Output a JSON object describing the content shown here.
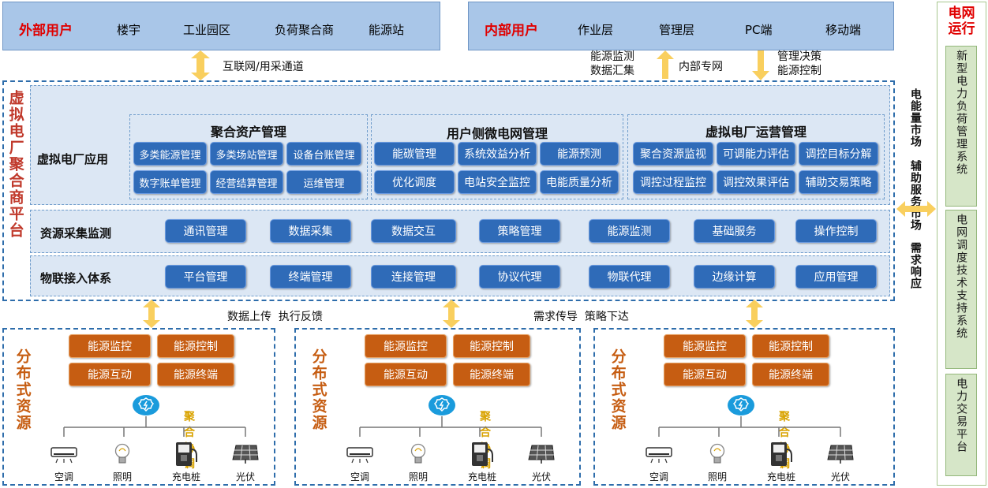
{
  "external_users": {
    "title": "外部用户",
    "items": [
      "楼宇",
      "工业园区",
      "负荷聚合商",
      "能源站"
    ]
  },
  "internal_users": {
    "title": "内部用户",
    "items": [
      "作业层",
      "管理层",
      "PC端",
      "移动端"
    ]
  },
  "channels": {
    "internet": "互联网/用采通道",
    "monitor_summary": [
      "能源监测",
      "数据汇集"
    ],
    "private_net": "内部专网",
    "decision": [
      "管理决策",
      "能源控制"
    ]
  },
  "platform_title": "虚拟电厂聚合商平台",
  "vpp_app": {
    "label": "虚拟电厂应用",
    "groups": [
      {
        "title": "聚合资产管理",
        "items": [
          "多类能源管理",
          "多类场站管理",
          "设备台账管理",
          "数字账单管理",
          "经营结算管理",
          "运维管理"
        ]
      },
      {
        "title": "用户侧微电网管理",
        "items": [
          "能碳管理",
          "系统效益分析",
          "能源预测",
          "优化调度",
          "电站安全监控",
          "电能质量分析"
        ]
      },
      {
        "title": "虚拟电厂运营管理",
        "items": [
          "聚合资源监视",
          "可调能力评估",
          "调控目标分解",
          "调控过程监控",
          "调控效果评估",
          "辅助交易策略"
        ]
      }
    ]
  },
  "rows": [
    {
      "label": "资源采集监测",
      "items": [
        "通讯管理",
        "数据采集",
        "数据交互",
        "策略管理",
        "能源监测",
        "基础服务",
        "操作控制"
      ]
    },
    {
      "label": "物联接入体系",
      "items": [
        "平台管理",
        "终端管理",
        "连接管理",
        "协议代理",
        "物联代理",
        "边缘计算",
        "应用管理"
      ]
    }
  ],
  "flows": {
    "left": "数据上传  执行反馈",
    "mid": "需求传导  策略下达"
  },
  "distributed": {
    "title": "分布式资源",
    "buttons": [
      "能源监控",
      "能源控制",
      "能源互动",
      "能源终端"
    ],
    "hub": "聚合协调",
    "devices": [
      {
        "label": "空调",
        "icon": "air-conditioner-icon"
      },
      {
        "label": "照明",
        "icon": "light-bulb-icon"
      },
      {
        "label": "充电桩",
        "icon": "charging-pile-icon"
      },
      {
        "label": "光伏",
        "icon": "solar-panel-icon"
      }
    ]
  },
  "markets": {
    "lines": [
      "电能量市场",
      "辅助服务市场",
      "需求响应"
    ]
  },
  "grid": {
    "title": "电网运行",
    "systems": [
      "新型电力负荷管理系统",
      "电网调度技术支持系统",
      "电力交易平台"
    ]
  },
  "colors": {
    "accent_red": "#e00000",
    "button_blue": "#2f6bb8",
    "button_orange": "#c65d12",
    "arrow_yellow": "#f9cf5e",
    "grid_green": "#d6e6c8"
  }
}
